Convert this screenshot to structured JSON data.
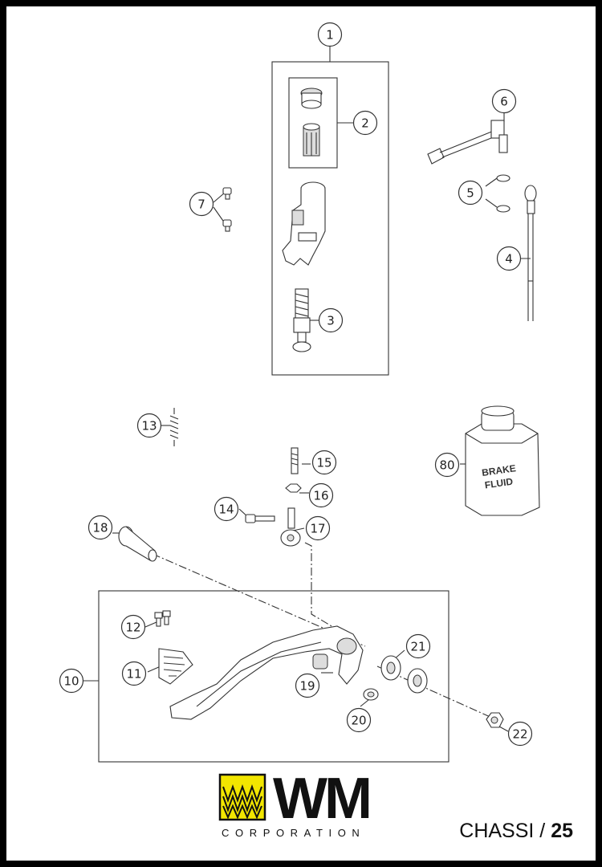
{
  "callouts": [
    "1",
    "2",
    "3",
    "4",
    "5",
    "6",
    "7",
    "10",
    "11",
    "12",
    "13",
    "14",
    "15",
    "16",
    "17",
    "18",
    "19",
    "20",
    "21",
    "22",
    "80"
  ],
  "can": {
    "line1": "BRAKE",
    "line2": "FLUID"
  },
  "brand": {
    "logo_text": "WM",
    "tagline": "CORPORATION",
    "logo_color": "#f2e600"
  },
  "footer": {
    "section": "CHASSI / ",
    "page": "25"
  }
}
